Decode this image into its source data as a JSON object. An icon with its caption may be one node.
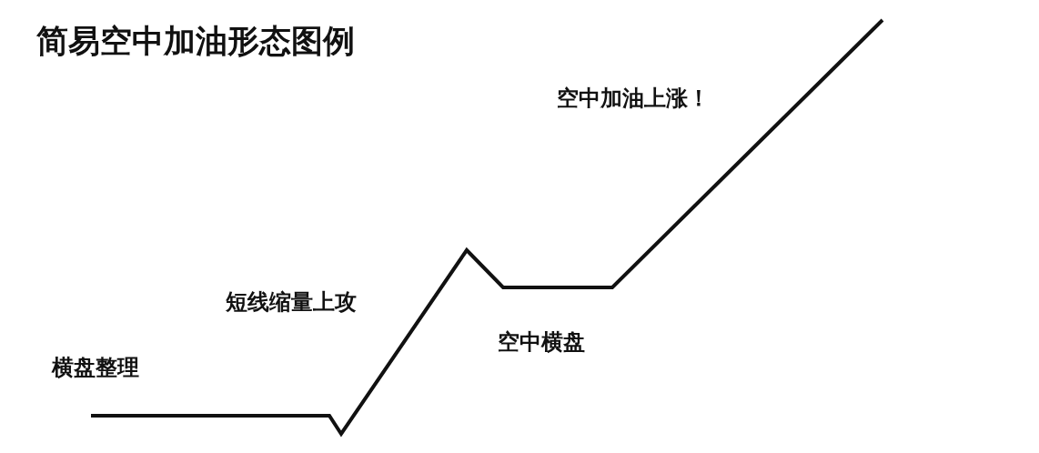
{
  "diagram": {
    "title": "简易空中加油形态图例",
    "labels": [
      "空中加油上涨！",
      "短线缩量上攻",
      "空中横盘",
      "横盘整理"
    ]
  }
}
